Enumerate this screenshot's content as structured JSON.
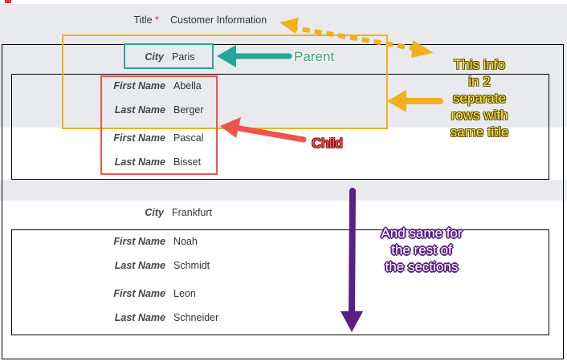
{
  "form": {
    "title_label": "Title",
    "required_marker": "*",
    "title_value": "Customer Information",
    "sections": [
      {
        "city_label": "City",
        "city_value": "Paris",
        "people": [
          {
            "first_label": "First Name",
            "first_value": "Abella",
            "last_label": "Last Name",
            "last_value": "Berger"
          },
          {
            "first_label": "First Name",
            "first_value": "Pascal",
            "last_label": "Last Name",
            "last_value": "Bisset"
          }
        ]
      },
      {
        "city_label": "City",
        "city_value": "Frankfurt",
        "people": [
          {
            "first_label": "First Name",
            "first_value": "Noah",
            "last_label": "Last Name",
            "last_value": "Schmidt"
          },
          {
            "first_label": "First Name",
            "first_value": "Leon",
            "last_label": "Last Name",
            "last_value": "Schneider"
          }
        ]
      }
    ]
  },
  "annotations": {
    "parent": "Parent",
    "child": "Child",
    "separate_rows": [
      "This info",
      "in 2",
      "separate",
      "rows with",
      "same title"
    ],
    "rest_of_sections": [
      "And same for",
      "the rest of",
      "the sections"
    ]
  },
  "colors": {
    "row_band": "#e8eaee",
    "parent_box": "#26a69a",
    "child_box": "#ef5350",
    "rows_box": "#f2b01e",
    "rest_arrow": "#5b1f86",
    "section_border": "#000000"
  }
}
